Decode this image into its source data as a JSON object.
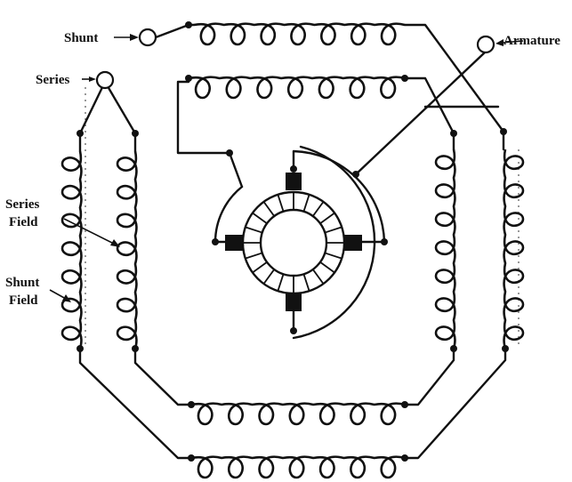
{
  "labels": {
    "shunt": "Shunt",
    "armature": "Armature",
    "series": "Series",
    "series_field_line1": "Series",
    "series_field_line2": "Field",
    "shunt_field_line1": "Shunt",
    "shunt_field_line2": "Field"
  },
  "colors": {
    "ink": "#111111",
    "background": "#ffffff"
  }
}
